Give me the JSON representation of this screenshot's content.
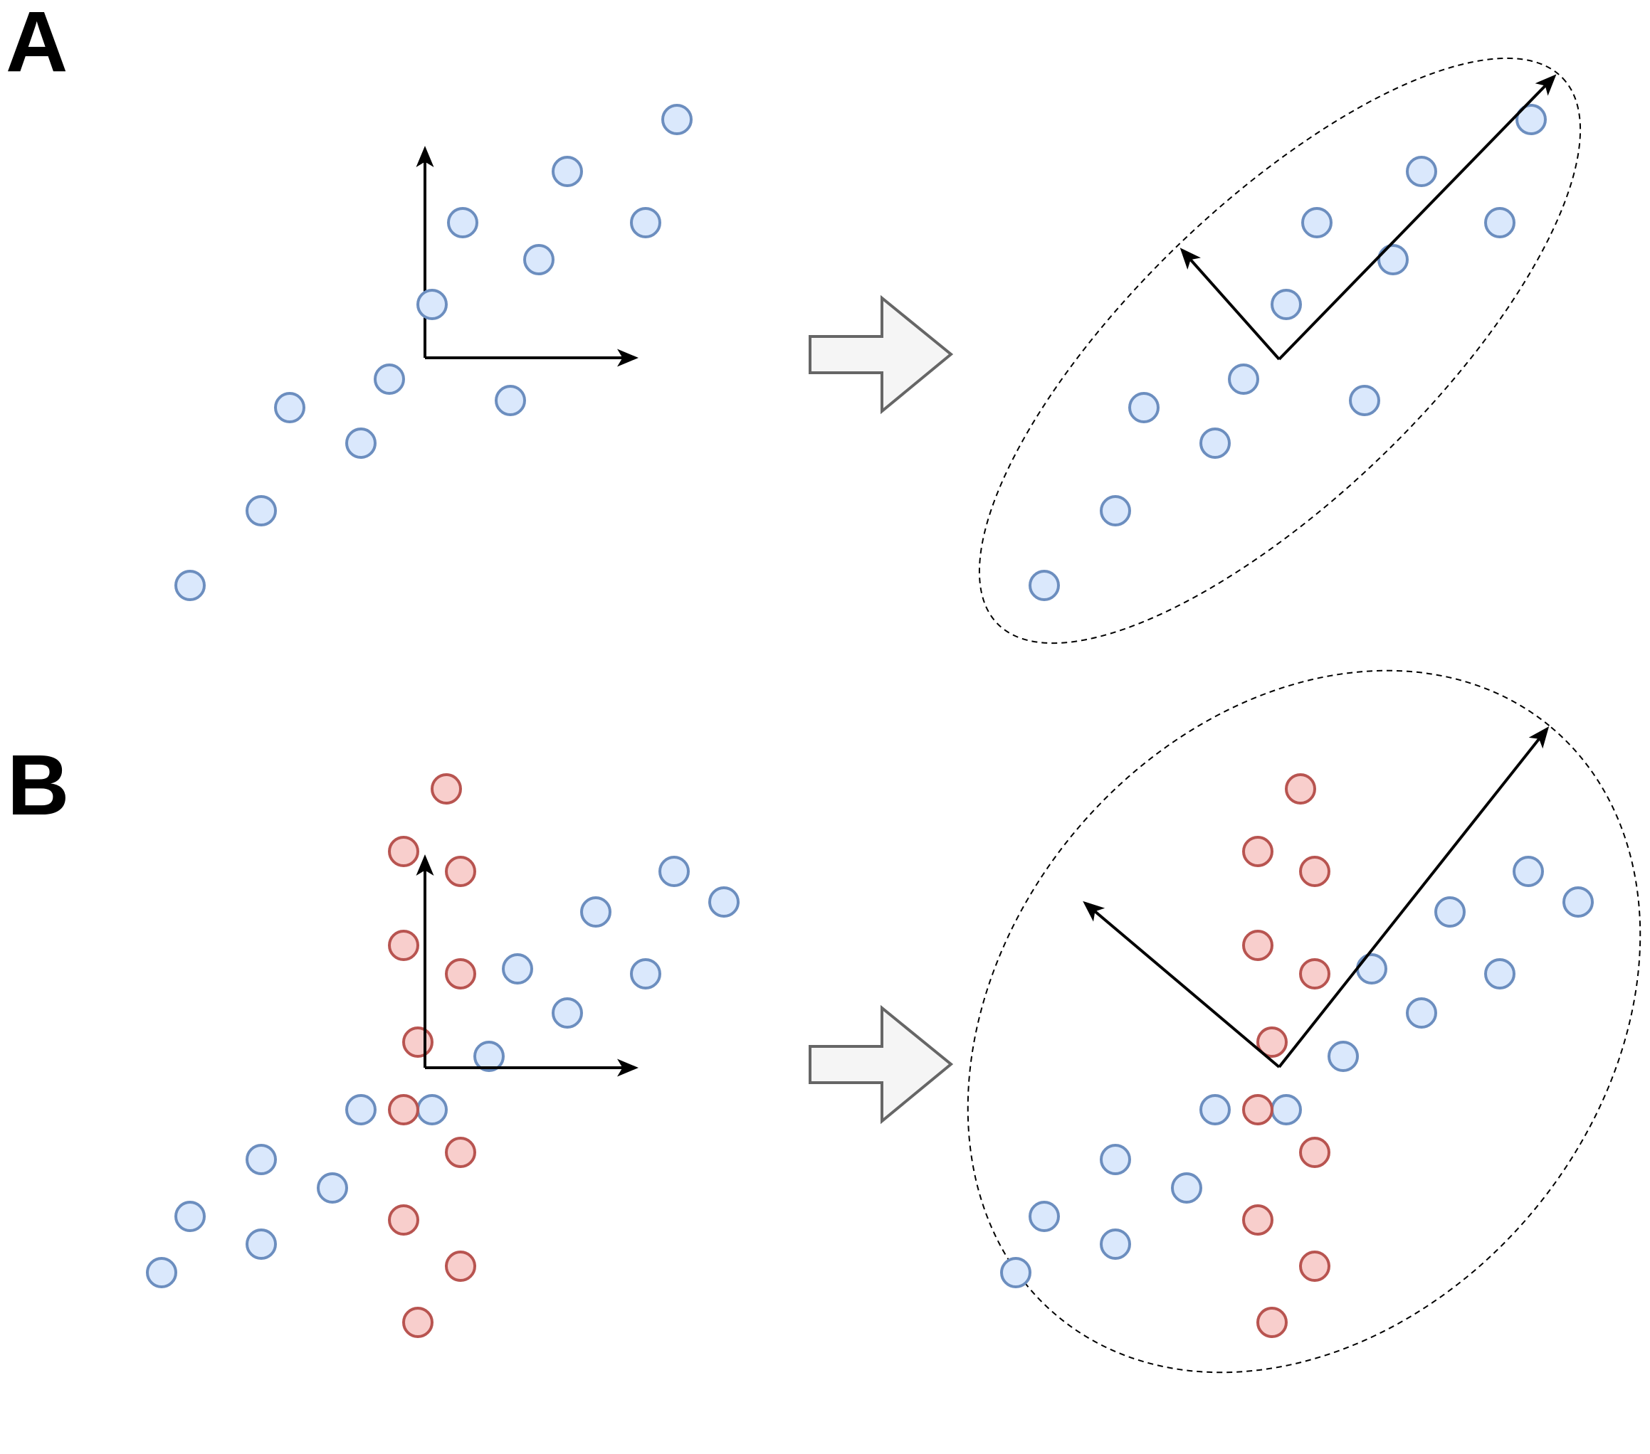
{
  "figure": {
    "colors": {
      "class_blue_fill": "#dae8fc",
      "class_blue_stroke": "#6c8ebf",
      "class_red_fill": "#f8cecc",
      "class_red_stroke": "#b85450",
      "axis": "#000000",
      "block_arrow_fill": "#f5f5f5",
      "block_arrow_stroke": "#666666",
      "ellipse_stroke": "#000000"
    },
    "panels": [
      {
        "label": "A",
        "transform_arrow_icon": "right-block-arrow",
        "principal_axes_deg": [
          45,
          134
        ],
        "points": [
          {
            "class": "blue",
            "x": -3.3,
            "y": -3.2
          },
          {
            "class": "blue",
            "x": -2.3,
            "y": -2.15
          },
          {
            "class": "blue",
            "x": -1.9,
            "y": -0.7
          },
          {
            "class": "blue",
            "x": -0.9,
            "y": -1.2
          },
          {
            "class": "blue",
            "x": -0.5,
            "y": -0.3
          },
          {
            "class": "blue",
            "x": 1.2,
            "y": -0.6
          },
          {
            "class": "blue",
            "x": 0.1,
            "y": 0.75
          },
          {
            "class": "blue",
            "x": 0.53,
            "y": 1.9
          },
          {
            "class": "blue",
            "x": 1.6,
            "y": 1.38
          },
          {
            "class": "blue",
            "x": 2.0,
            "y": 2.62
          },
          {
            "class": "blue",
            "x": 3.1,
            "y": 1.9
          },
          {
            "class": "blue",
            "x": 3.54,
            "y": 3.35
          }
        ]
      },
      {
        "label": "B",
        "transform_arrow_icon": "right-block-arrow",
        "principal_axes_deg": [
          51.7,
          140
        ],
        "points": [
          {
            "class": "blue",
            "x": -3.7,
            "y": -2.88
          },
          {
            "class": "blue",
            "x": -3.3,
            "y": -2.09
          },
          {
            "class": "blue",
            "x": -2.3,
            "y": -1.29
          },
          {
            "class": "blue",
            "x": -2.3,
            "y": -2.48
          },
          {
            "class": "blue",
            "x": -1.3,
            "y": -1.69
          },
          {
            "class": "blue",
            "x": -0.9,
            "y": -0.59
          },
          {
            "class": "blue",
            "x": 0.1,
            "y": -0.59
          },
          {
            "class": "blue",
            "x": 0.9,
            "y": 0.16
          },
          {
            "class": "blue",
            "x": 2.0,
            "y": 0.77
          },
          {
            "class": "blue",
            "x": 1.3,
            "y": 1.39
          },
          {
            "class": "blue",
            "x": 3.1,
            "y": 1.32
          },
          {
            "class": "blue",
            "x": 2.4,
            "y": 2.19
          },
          {
            "class": "blue",
            "x": 3.5,
            "y": 2.76
          },
          {
            "class": "blue",
            "x": 4.2,
            "y": 2.33
          },
          {
            "class": "red",
            "x": 0.3,
            "y": 3.92
          },
          {
            "class": "red",
            "x": -0.3,
            "y": 3.04
          },
          {
            "class": "red",
            "x": 0.5,
            "y": 2.76
          },
          {
            "class": "red",
            "x": -0.3,
            "y": 1.72
          },
          {
            "class": "red",
            "x": 0.5,
            "y": 1.32
          },
          {
            "class": "red",
            "x": -0.1,
            "y": 0.36
          },
          {
            "class": "red",
            "x": -0.3,
            "y": -0.59
          },
          {
            "class": "red",
            "x": 0.5,
            "y": -1.19
          },
          {
            "class": "red",
            "x": -0.3,
            "y": -2.14
          },
          {
            "class": "red",
            "x": 0.5,
            "y": -2.79
          },
          {
            "class": "red",
            "x": -0.1,
            "y": -3.58
          }
        ]
      }
    ]
  }
}
